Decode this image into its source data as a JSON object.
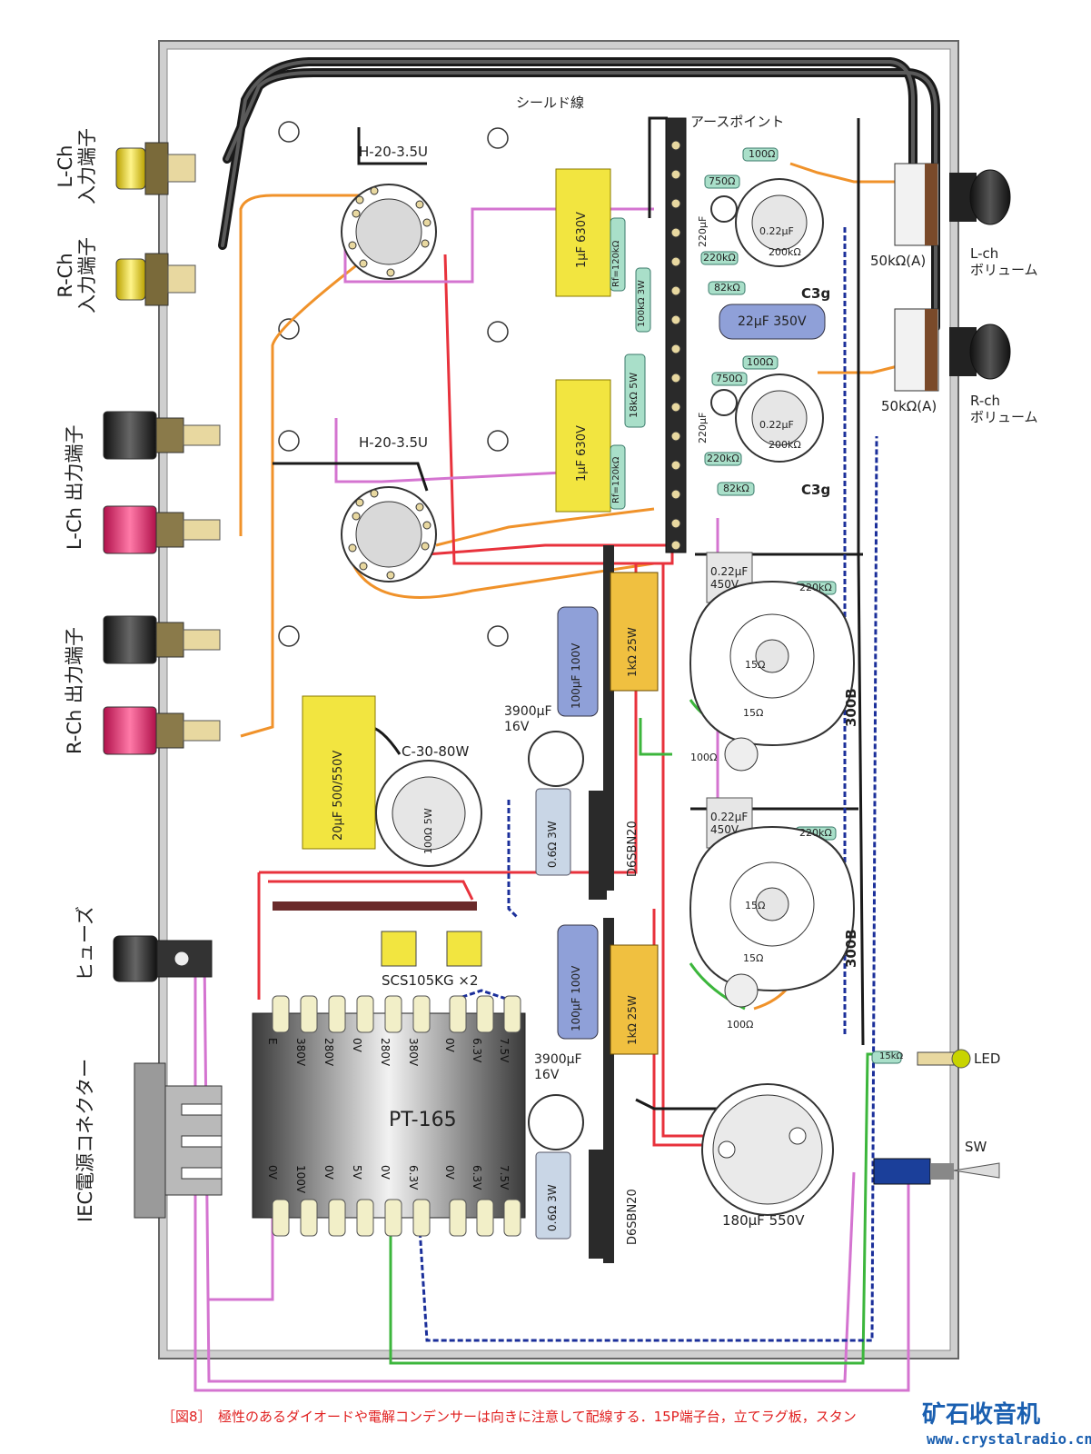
{
  "labels": {
    "shield_wire": "シールド線",
    "earth_point": "アースポイント",
    "opt_top": "H-20-3.5U",
    "opt_bottom": "H-20-3.5U",
    "choke": "C-30-80W",
    "power_transformer": "PT-165",
    "diode": "SCS105KG ×2",
    "rect_top": "D6SBN20",
    "rect_bottom": "D6SBN20",
    "tube_c3g_top": "C3g",
    "tube_c3g_bottom": "C3g",
    "tube_300b_top": "300B",
    "tube_300b_bottom": "300B",
    "pot_top": "50kΩ(A)",
    "pot_bottom": "50kΩ(A)",
    "lch_vol": "L-ch\nボリューム",
    "rch_vol": "R-ch\nボリューム",
    "lch_in": "L-Ch\n入力端子",
    "rch_in": "R-Ch\n入力端子",
    "lch_out": "L-Ch 出力端子",
    "rch_out": "R-Ch 出力端子",
    "fuse": "ヒューズ",
    "iec": "IEC電源コネクター",
    "led": "LED",
    "sw": "SW",
    "cap_block": "180μF 550V",
    "cap_3900_top": "3900μF\n16V",
    "cap_3900_bottom": "3900μF\n16V"
  },
  "components": {
    "c_1uf_top": "1μF 630V",
    "c_1uf_bottom": "1μF 630V",
    "r_100_top": "100Ω",
    "r_750_top": "750Ω",
    "c_220_top": "220μF",
    "c_022_top": "0.22μF",
    "r_220k_top": "220kΩ",
    "r_200k_top": "200kΩ",
    "r_82k_top": "82kΩ",
    "r_120k_top": "Rf=120kΩ",
    "r_100k3w": "100kΩ 3W",
    "c_22uf": "22μF 350V",
    "r_18k5w": "18kΩ 5W",
    "r_100_bot": "100Ω",
    "r_750_bot": "750Ω",
    "c_220_bot": "220μF",
    "c_022_bot": "0.22μF",
    "r_220k_bot": "220kΩ",
    "r_200k_bot": "200kΩ",
    "r_82k_bot": "82kΩ",
    "r_120k_bot": "Rf=120kΩ",
    "c_022_450_top": "0.22μF\n450V",
    "c_022_450_bot": "0.22μF\n450V",
    "r_220k_300b_top": "220kΩ",
    "r_220k_300b_bot": "220kΩ",
    "r_15_a": "15Ω",
    "r_15_b": "15Ω",
    "r_15_c": "15Ω",
    "r_15_d": "15Ω",
    "r_100_hum_top": "100Ω",
    "r_100_hum_bot": "100Ω",
    "r_1k25w_top": "1kΩ 25W",
    "r_1k25w_bot": "1kΩ 25W",
    "c_100uf_top": "100μF 100V",
    "c_100uf_bot": "100μF 100V",
    "r_06_top": "0.6Ω 3W",
    "r_06_bot": "0.6Ω 3W",
    "c_20uf": "20μF 500/550V",
    "r_100_5w": "100Ω 5W",
    "r_15k": "15kΩ"
  },
  "transformer_taps_top": [
    "E",
    "380V",
    "280V",
    "0V",
    "280V",
    "380V",
    "0V",
    "6.3V",
    "7.5V"
  ],
  "transformer_taps_bottom": [
    "0V",
    "100V",
    "0V",
    "5V",
    "0V",
    "6.3V",
    "0V",
    "6.3V",
    "7.5V"
  ],
  "caption": "［図8］　極性のあるダイオードや電解コンデンサーは向きに注意して配線する．15P端子台，立てラグ板，スタン",
  "watermark": {
    "brand": "矿石收音机",
    "url": "www.crystalradio.cn"
  },
  "colors": {
    "wire_red": "#e8323c",
    "wire_orange": "#f0922a",
    "wire_pink": "#d474d0",
    "wire_blue": "#1b2f9a",
    "wire_green": "#3cb63c",
    "wire_black": "#1a1a1a",
    "resistor": "#a9dfc9",
    "cap_yellow": "#f2e540",
    "cap_blue": "#8fa0d8",
    "chassis_border": "#555555"
  }
}
